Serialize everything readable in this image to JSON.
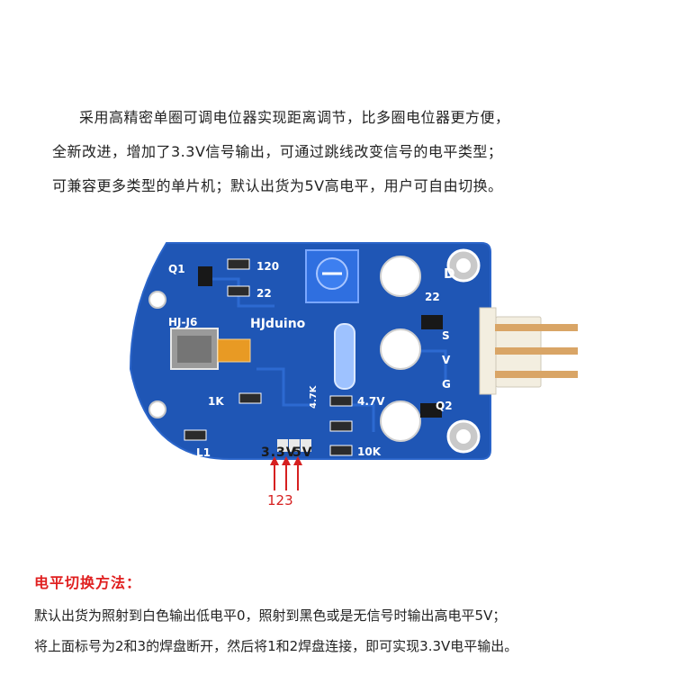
{
  "intro": {
    "lines": [
      "采用高精密单圈可调电位器实现距离调节，比多圈电位器更方便，",
      "全新改进，增加了3.3V信号输出，可通过跳线改变信号的电平类型；",
      "可兼容更多类型的单片机；默认出货为5V高电平，用户可自由切换。"
    ]
  },
  "board": {
    "silkscreen": {
      "q1": "Q1",
      "r120": "120",
      "r22": "22",
      "hj_j6": "HJ-J6",
      "hjduino": "HJduino",
      "d": "D",
      "r22b": "22",
      "s": "S",
      "v": "V",
      "g": "G",
      "q2": "Q2",
      "r1k": "1K",
      "r47v": "4.7V",
      "r10k": "10K",
      "l1": "L1",
      "r47k": "4.7K"
    },
    "jumper_labels": {
      "v33": "3.3V",
      "v5": "5V"
    },
    "arrow_numbers": "123",
    "colors": {
      "pcb": "#1f56b5",
      "pcb_edge": "#2a64c9",
      "trace": "#2c6ad1",
      "silk": "#ffffff",
      "pad": "#c9c9c9",
      "pot": "#2f6fe0",
      "arrow": "#d62020",
      "connector": "#f3eee0",
      "pins": "#d9a566"
    }
  },
  "method": {
    "title": "电平切换方法：",
    "lines": [
      "默认出货为照射到白色输出低电平0，照射到黑色或是无信号时输出高电平5V；",
      "将上面标号为2和3的焊盘断开，然后将1和2焊盘连接，即可实现3.3V电平输出。"
    ]
  }
}
